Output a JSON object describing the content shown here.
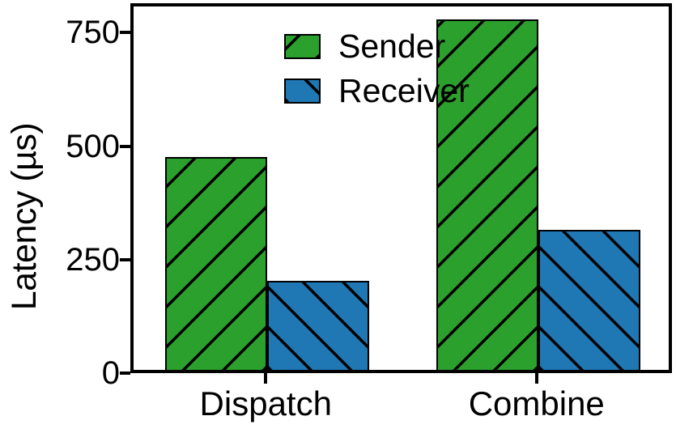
{
  "chart_data": {
    "type": "bar",
    "title": "",
    "xlabel": "",
    "ylabel": "Latency (µs)",
    "categories": [
      "Dispatch",
      "Combine"
    ],
    "series": [
      {
        "name": "Sender",
        "color": "#2ca02c",
        "hatch": "backslash",
        "values": [
          473,
          775
        ]
      },
      {
        "name": "Receiver",
        "color": "#1f77b4",
        "hatch": "slash",
        "values": [
          200,
          312
        ]
      }
    ],
    "ylim": [
      0,
      815
    ],
    "yticks": [
      0,
      250,
      500,
      750
    ],
    "ytick_labels": [
      "0",
      "250",
      "500",
      "750"
    ],
    "grid": false,
    "legend_position": "upper left",
    "legend_entries": [
      "Sender",
      "Receiver"
    ],
    "bar_edge_color": "#000000",
    "hatch_color": "#000000",
    "background": "#ffffff"
  }
}
